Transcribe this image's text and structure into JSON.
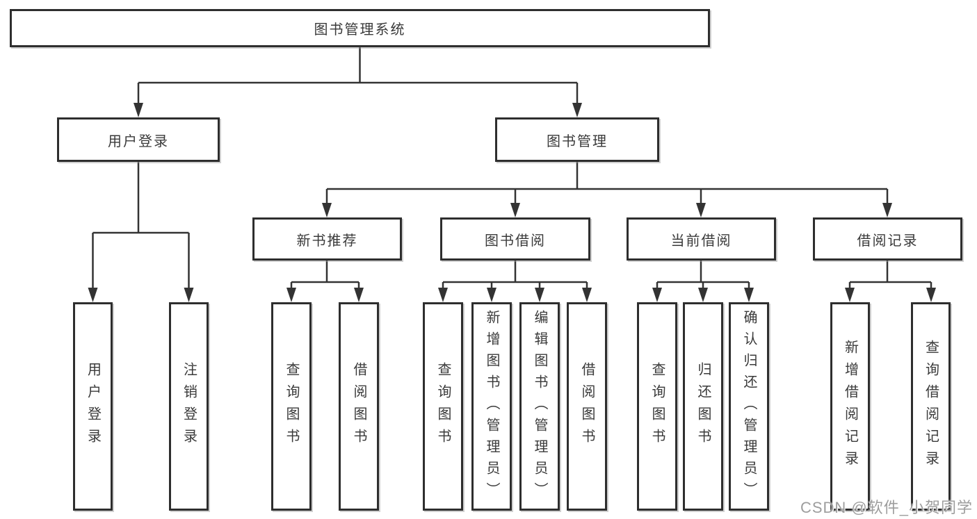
{
  "diagram": {
    "root": {
      "label": "图书管理系统"
    },
    "branches": [
      {
        "label": "用户登录",
        "children": [
          {
            "label": "用户登录"
          },
          {
            "label": "注销登录"
          }
        ]
      },
      {
        "label": "图书管理",
        "children": [
          {
            "label": "新书推荐",
            "children": [
              {
                "label": "查询图书"
              },
              {
                "label": "借阅图书"
              }
            ]
          },
          {
            "label": "图书借阅",
            "children": [
              {
                "label": "查询图书"
              },
              {
                "label": "新增图书（管理员）"
              },
              {
                "label": "编辑图书（管理员）"
              },
              {
                "label": "借阅图书"
              }
            ]
          },
          {
            "label": "当前借阅",
            "children": [
              {
                "label": "查询图书"
              },
              {
                "label": "归还图书"
              },
              {
                "label": "确认归还（管理员）"
              }
            ]
          },
          {
            "label": "借阅记录",
            "children": [
              {
                "label": "新增借阅记录"
              },
              {
                "label": "查询借阅记录"
              }
            ]
          }
        ]
      }
    ]
  },
  "watermark": {
    "text": "CSDN @软件_小贺同学"
  },
  "colors": {
    "line": "#333333",
    "box_border": "#2e2e2e",
    "text": "#3a3a3a",
    "watermark": "#9d9d9d",
    "background": "#ffffff"
  }
}
